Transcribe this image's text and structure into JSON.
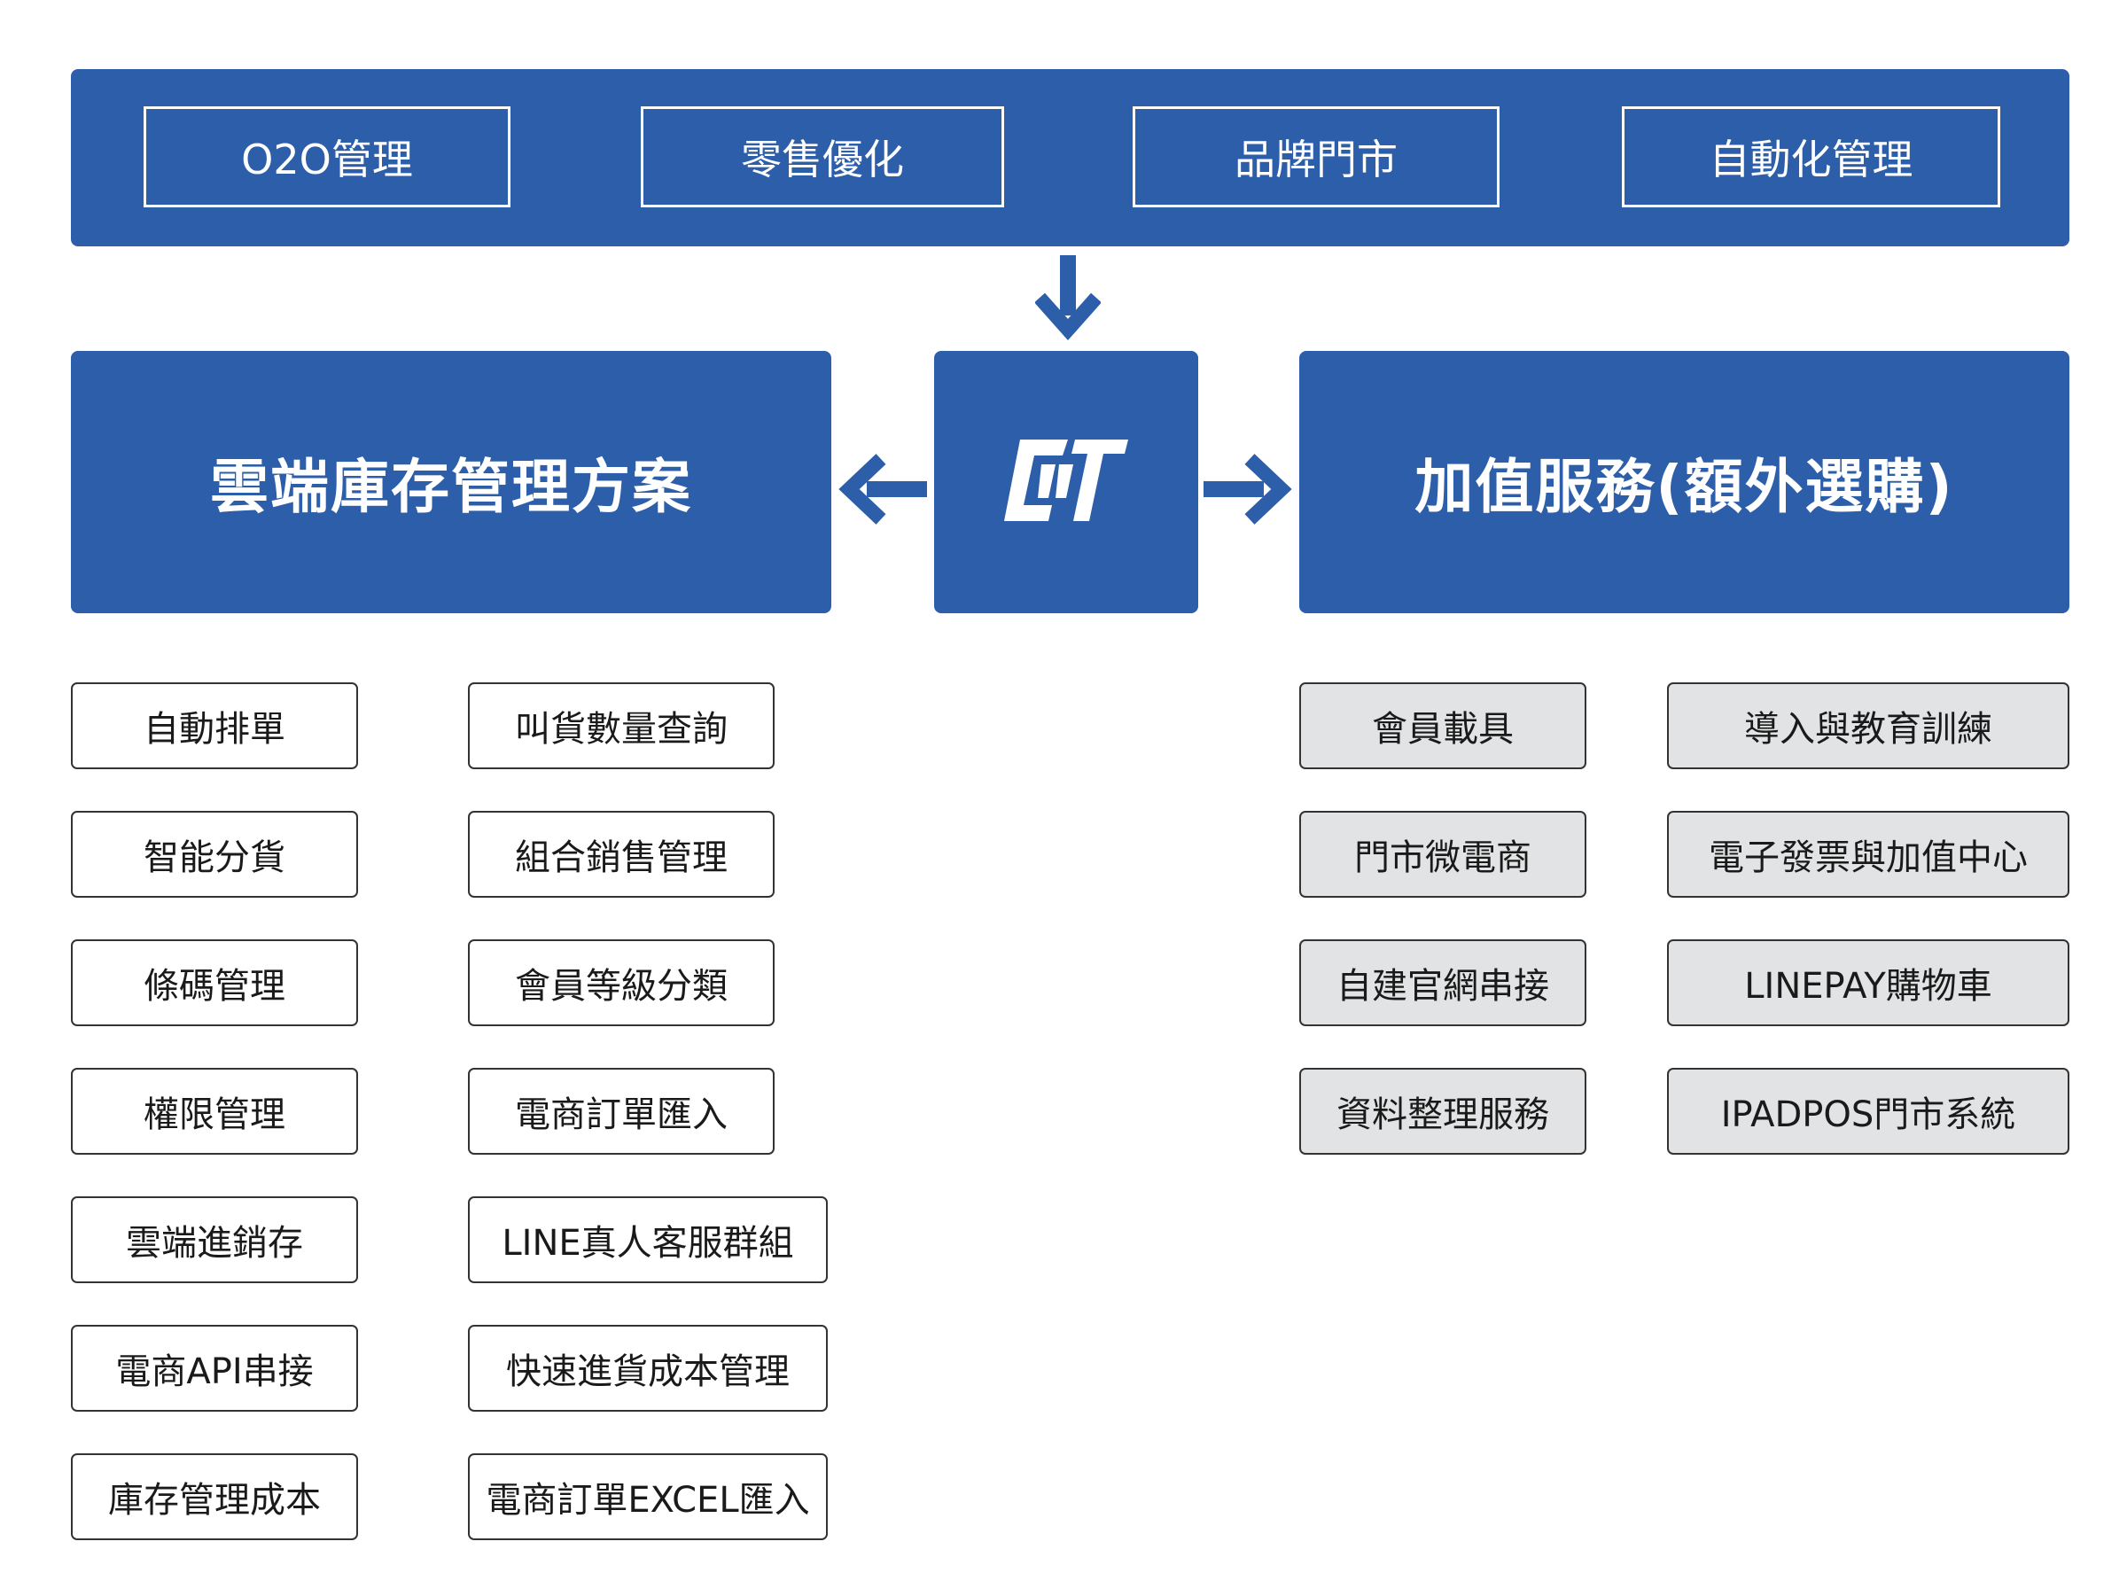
{
  "colors": {
    "primary_blue": "#2d5eaa",
    "grey_fill": "#e2e3e4",
    "border": "#333333"
  },
  "top_banner": {
    "items": [
      "O2O管理",
      "零售優化",
      "品牌門市",
      "自動化管理"
    ]
  },
  "center": {
    "logo": "logo-icon"
  },
  "left_panel": {
    "title": "雲端庫存管理方案"
  },
  "right_panel": {
    "title": "加值服務(額外選購)"
  },
  "left_features": {
    "col1": [
      "自動排單",
      "智能分貨",
      "條碼管理",
      "權限管理",
      "雲端進銷存",
      "電商API串接",
      "庫存管理成本"
    ],
    "col2": [
      "叫貨數量查詢",
      "組合銷售管理",
      "會員等級分類",
      "電商訂單匯入",
      "LINE真人客服群組",
      "快速進貨成本管理",
      "電商訂單EXCEL匯入"
    ]
  },
  "right_features": {
    "col1": [
      "會員載具",
      "門市微電商",
      "自建官網串接",
      "資料整理服務"
    ],
    "col2": [
      "導入與教育訓練",
      "電子發票與加值中心",
      "LINEPAY購物車",
      "IPADPOS門市系統"
    ]
  }
}
